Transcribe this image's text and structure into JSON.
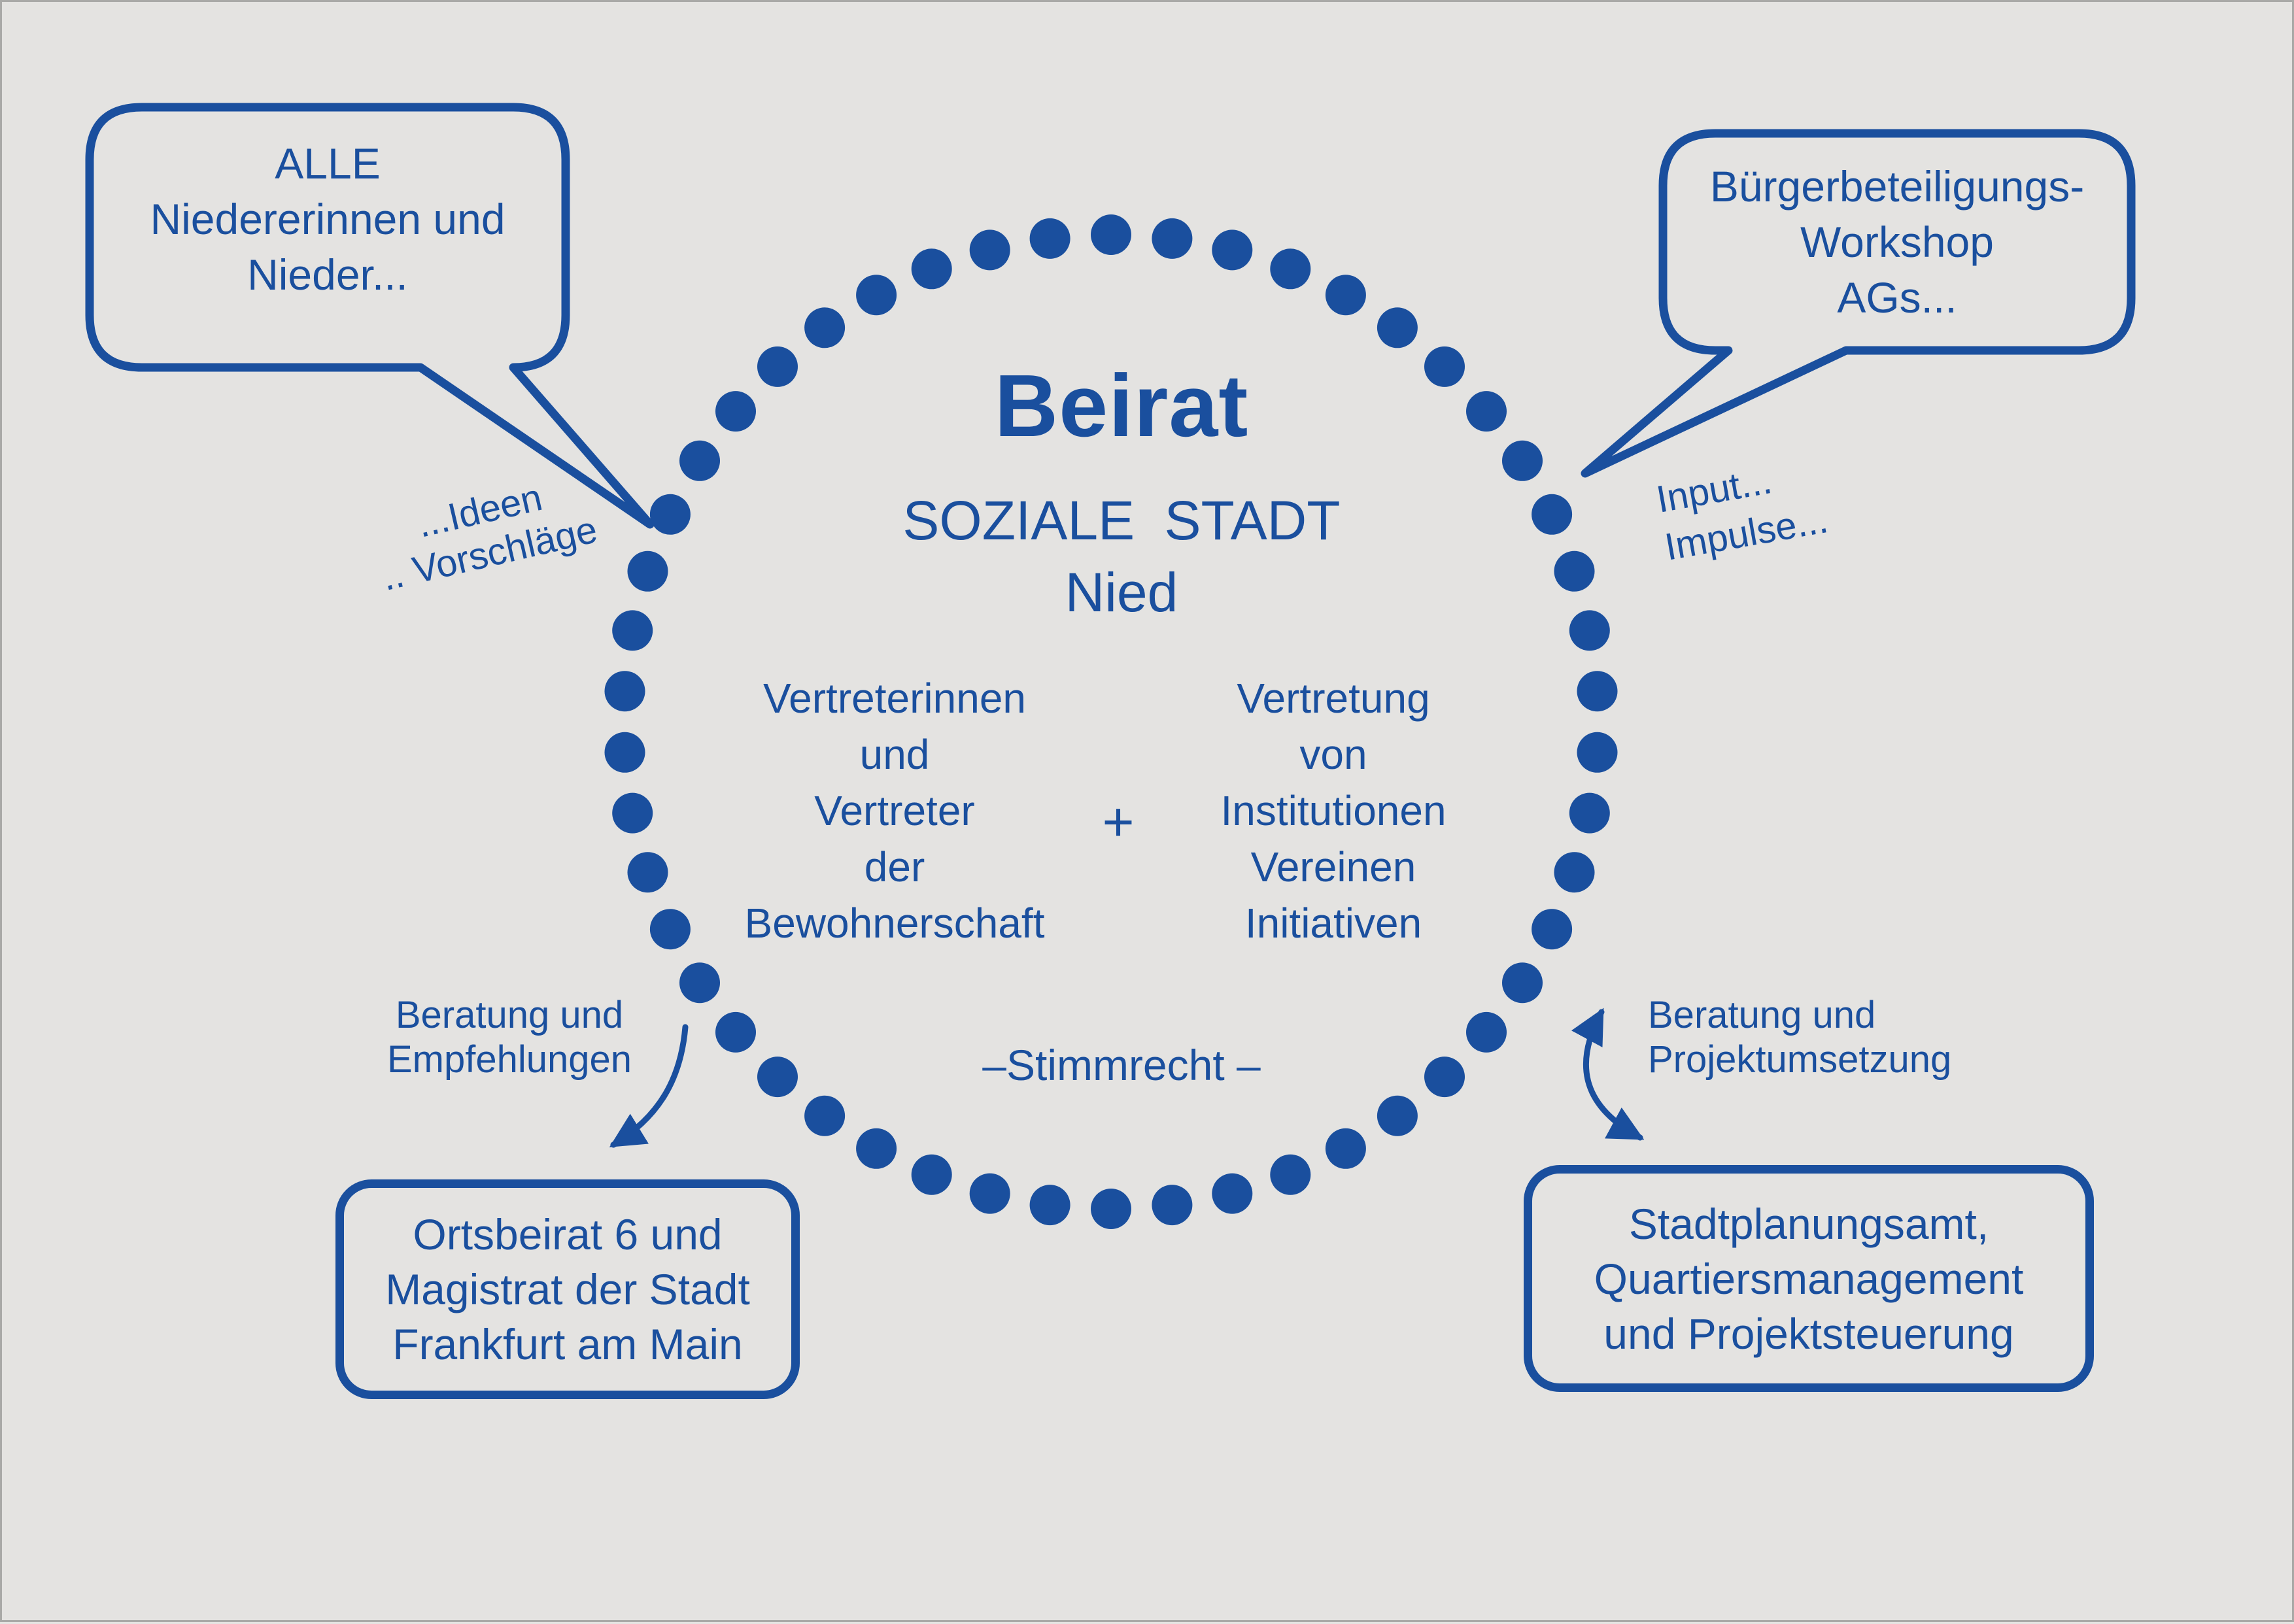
{
  "colors": {
    "background": "#e4e3e1",
    "primary_blue": "#1a4f9e"
  },
  "center": {
    "title": "Beirat",
    "subtitle_line1": "SOZIALE STADT",
    "subtitle_line2": "Nied",
    "left_column": [
      "Vertreterinnen",
      "und",
      "Vertreter",
      "der",
      "Bewohnerschaft"
    ],
    "plus": "+",
    "right_column": [
      "Vertretung",
      "von",
      "Institutionen",
      "Vereinen",
      "Initiativen"
    ],
    "voting_label": "–Stimmrecht –"
  },
  "bubbles": {
    "top_left": {
      "lines": [
        "ALLE",
        "Niedererinnen und",
        "Nieder..."
      ]
    },
    "top_right": {
      "lines": [
        "Bürgerbeteiligungs-",
        "Workshop",
        "AGs..."
      ]
    },
    "bottom_left": {
      "lines": [
        "Ortsbeirat 6 und",
        "Magistrat der Stadt",
        "Frankfurt am Main"
      ]
    },
    "bottom_right": {
      "lines": [
        "Stadtplanungsamt,",
        "Quartiersmanagement",
        "und Projektsteuerung"
      ]
    }
  },
  "annotations": {
    "ideen_vorschlaege": {
      "lines": [
        "...Ideen",
        ".. Vorschläge"
      ]
    },
    "input_impulse": {
      "lines": [
        "Input...",
        "Impulse..."
      ]
    },
    "beratung_empfehlungen": {
      "lines": [
        "Beratung und",
        "Empfehlungen"
      ]
    },
    "beratung_projektumsetzung": {
      "lines": [
        "Beratung und",
        "Projektumsetzung"
      ]
    }
  }
}
